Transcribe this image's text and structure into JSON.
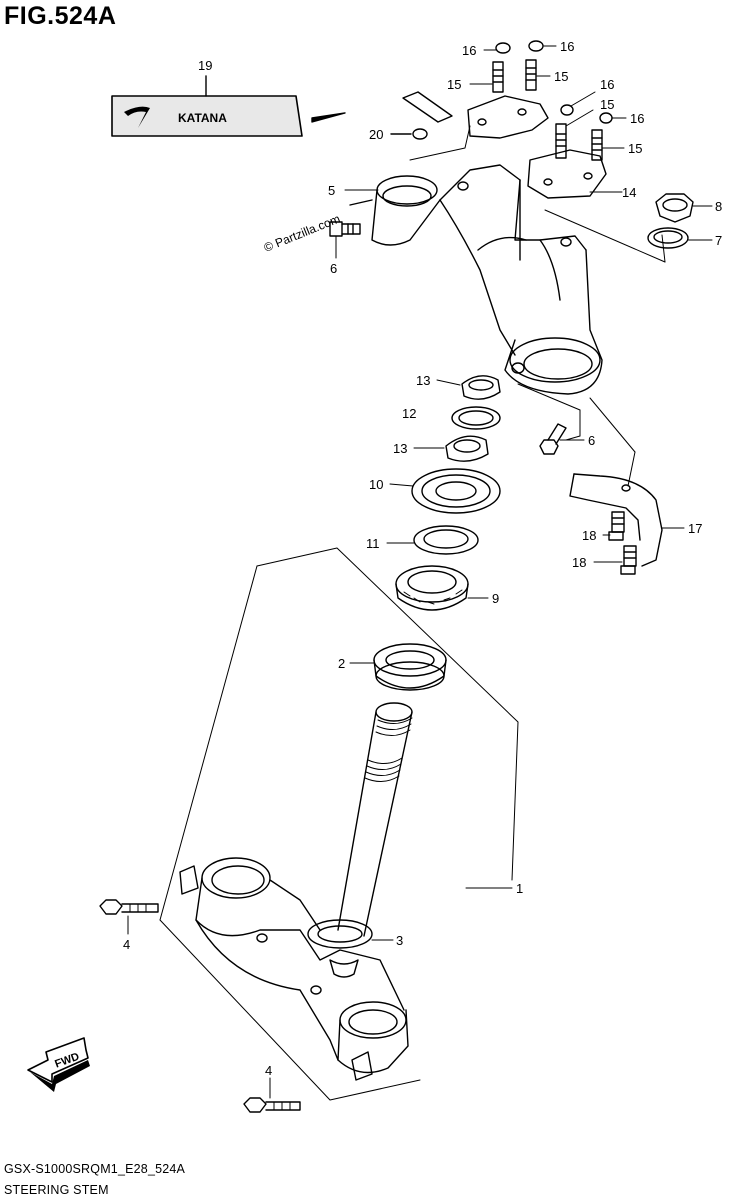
{
  "figure": {
    "title": "FIG.524A",
    "code": "GSX-S1000SRQM1_E28_524A",
    "name": "STEERING STEM",
    "watermark": "© Partzilla.com",
    "decal_text": "KATANA",
    "fwd_label": "FWD"
  },
  "callouts": [
    {
      "id": "1",
      "label": "1"
    },
    {
      "id": "2",
      "label": "2"
    },
    {
      "id": "3",
      "label": "3"
    },
    {
      "id": "4a",
      "label": "4"
    },
    {
      "id": "4b",
      "label": "4"
    },
    {
      "id": "5",
      "label": "5"
    },
    {
      "id": "6a",
      "label": "6"
    },
    {
      "id": "6b",
      "label": "6"
    },
    {
      "id": "7",
      "label": "7"
    },
    {
      "id": "8",
      "label": "8"
    },
    {
      "id": "9",
      "label": "9"
    },
    {
      "id": "10",
      "label": "10"
    },
    {
      "id": "11",
      "label": "11"
    },
    {
      "id": "12",
      "label": "12"
    },
    {
      "id": "13a",
      "label": "13"
    },
    {
      "id": "13b",
      "label": "13"
    },
    {
      "id": "14",
      "label": "14"
    },
    {
      "id": "15a",
      "label": "15"
    },
    {
      "id": "15b",
      "label": "15"
    },
    {
      "id": "15c",
      "label": "15"
    },
    {
      "id": "15d",
      "label": "15"
    },
    {
      "id": "16a",
      "label": "16"
    },
    {
      "id": "16b",
      "label": "16"
    },
    {
      "id": "16c",
      "label": "16"
    },
    {
      "id": "16d",
      "label": "16"
    },
    {
      "id": "17",
      "label": "17"
    },
    {
      "id": "18a",
      "label": "18"
    },
    {
      "id": "18b",
      "label": "18"
    },
    {
      "id": "19",
      "label": "19"
    },
    {
      "id": "20",
      "label": "20"
    }
  ],
  "colors": {
    "ink": "#000000",
    "paper": "#ffffff",
    "decal_bg": "#e8e8e8"
  }
}
